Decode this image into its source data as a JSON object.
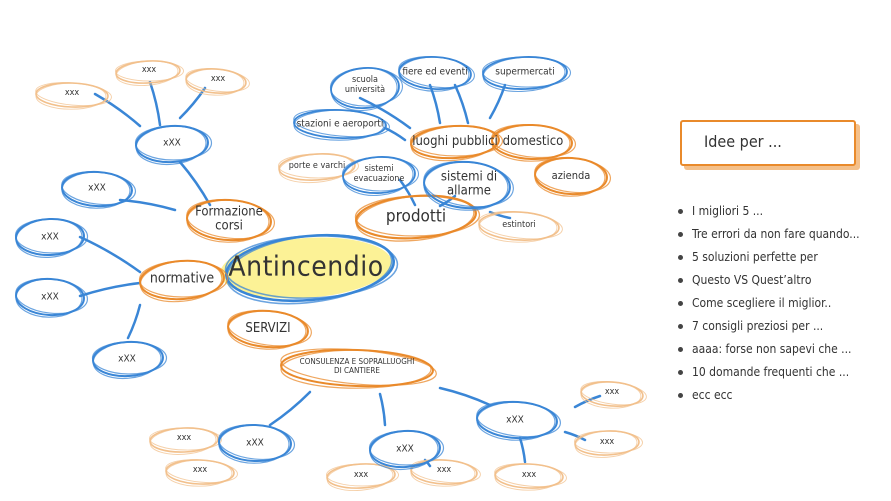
{
  "central": {
    "label": "Antincendio"
  },
  "nodes": {
    "luoghi_pubblici": "luoghi pubblici",
    "domestico": "domestico",
    "scuola_universita": "scuola\nuniversità",
    "fiere_ed_eventi": "fiere ed eventi",
    "supermercati": "supermercati",
    "stazioni_e_aeroporti": "stazioni e aeroporti",
    "porte_e_varchi": "porte e varchi",
    "sistemi_evacuazione": "sistemi\nevacuazione",
    "sistemi_di_allarme": "sistemi di\nallarme",
    "azienda": "azienda",
    "prodotti": "prodotti",
    "estintori": "estintori",
    "formazione_corsi": "Formazione\ncorsi",
    "normative": "normative",
    "servizi": "SERVIZI",
    "consulenza": "CONSULENZA E SOPRALLUOGHI\nDI CANTIERE",
    "xxx_top_left": "xxx",
    "xxx_top_mid": "xxx",
    "xxx_top_right": "xxx",
    "xxx_hub_top": "xXX",
    "xxx_left_1": "xXX",
    "xxx_left_2": "xXX",
    "xxx_left_3": "xXX",
    "xxx_left_4": "xXX",
    "xxx_bottom_1": "xXX",
    "xxx_bottom_2": "xXX",
    "xxx_bottom_3": "xXX",
    "xxx_b1_a": "xxx",
    "xxx_b1_b": "xxx",
    "xxx_b2_a": "xxx",
    "xxx_b2_b": "xxx",
    "xxx_b3_a": "xxx",
    "xxx_b3_b": "xxx",
    "xxx_b3_c": "xxx"
  },
  "ideas": {
    "title": "Idee per ...",
    "items": [
      "I migliori 5 ...",
      "Tre errori da non fare quando...",
      "5 soluzioni perfette per",
      "Questo VS Quest’altro",
      "Come scegliere il miglior..",
      "7 consigli preziosi per ...",
      "aaaa: forse non sapevi che ...",
      "10 domande frequenti che ...",
      "ecc ecc"
    ]
  },
  "colors": {
    "blue": "#3a86d6",
    "orange": "#e98a2b",
    "highlight": "#fbef7c",
    "text": "#333333"
  }
}
